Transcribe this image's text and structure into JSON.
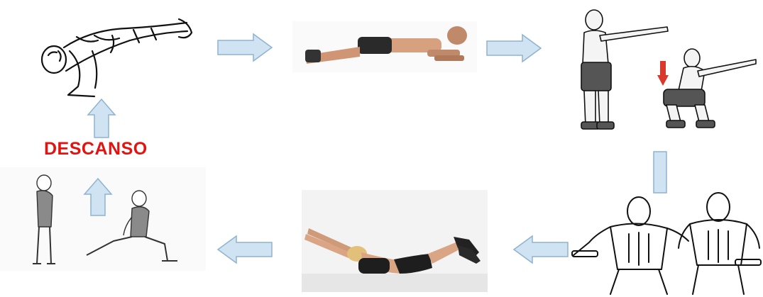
{
  "labels": {
    "rest": "DESCANSO"
  },
  "steps": [
    {
      "icon": "push-up-illustration"
    },
    {
      "icon": "plank-illustration"
    },
    {
      "icon": "squat-illustration"
    },
    {
      "icon": "dips-illustration"
    },
    {
      "icon": "superman-hold-illustration"
    },
    {
      "icon": "lunge-stretch-illustration"
    }
  ],
  "colors": {
    "arrow_fill": "#cfe3f2",
    "arrow_stroke": "#8fb3cf",
    "rest_text": "#e3140f",
    "down_marker": "#d9382a"
  }
}
